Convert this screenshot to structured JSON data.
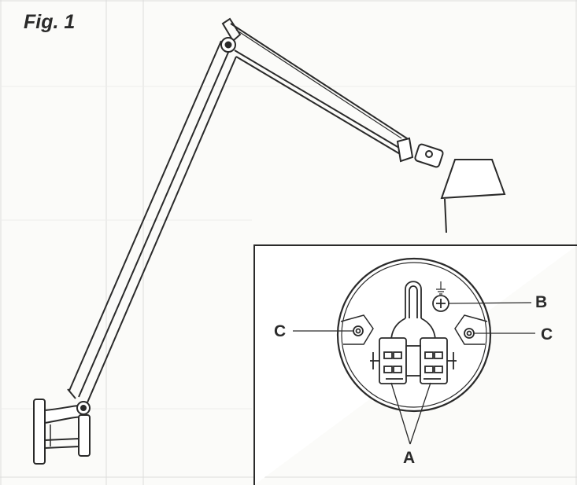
{
  "figure": {
    "title": "Fig. 1"
  },
  "callouts": {
    "terminal_blocks": "A",
    "ground_screw": "B",
    "mounting_hole_left": "C",
    "mounting_hole_right": "C"
  },
  "colors": {
    "ink": "#2a2a2a",
    "paper": "#fbfbf9",
    "faint_line": "#dcdcdc"
  }
}
